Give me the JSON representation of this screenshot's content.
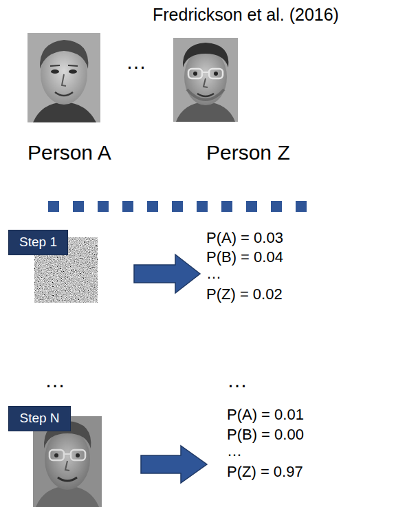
{
  "diagram": {
    "title": "Fredrickson et al. (2016)",
    "nodes": [
      {
        "text": [
          "Step 1"
        ]
      },
      {
        "text": [
          "Step N"
        ]
      }
    ],
    "labels": [
      "…",
      "Person A",
      "Person Z",
      "P(A) = 0.03",
      "P(B) = 0.04",
      "…",
      "P(Z) = 0.02",
      "…",
      "…",
      "P(A) = 0.01",
      "P(B) = 0.00",
      "…",
      "P(Z) = 0.97"
    ]
  }
}
